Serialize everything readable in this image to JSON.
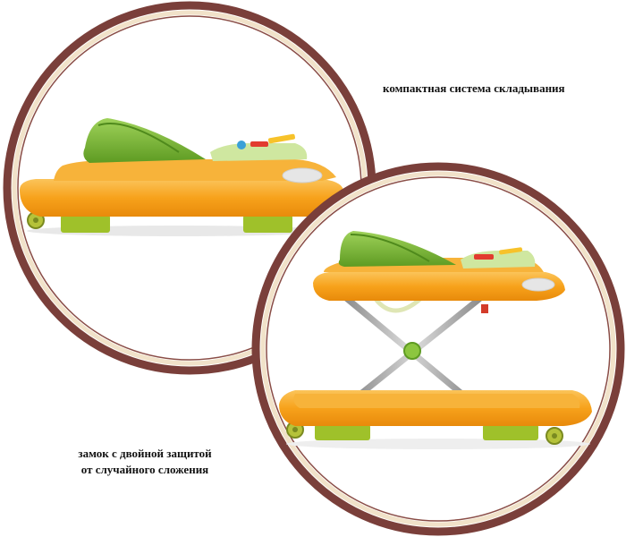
{
  "captions": {
    "folded_feature": "компактная система складывания",
    "lock_line_1": "замок с двойной защитой",
    "lock_line_2": "от случайного сложения"
  },
  "colors": {
    "ring_outer": "#7a3f3a",
    "ring_inner": "#f1e2c9",
    "tray_orange": "#f7a21b",
    "tray_orange_light": "#fbc45a",
    "seat_green": "#7fbf3a",
    "seat_green_dark": "#5e9b22",
    "base_green": "#9fc12a",
    "frame_metal": "#a8a8a8"
  },
  "icons": {
    "folded": "baby-walker-folded",
    "unfolded": "baby-walker-unfolded"
  }
}
